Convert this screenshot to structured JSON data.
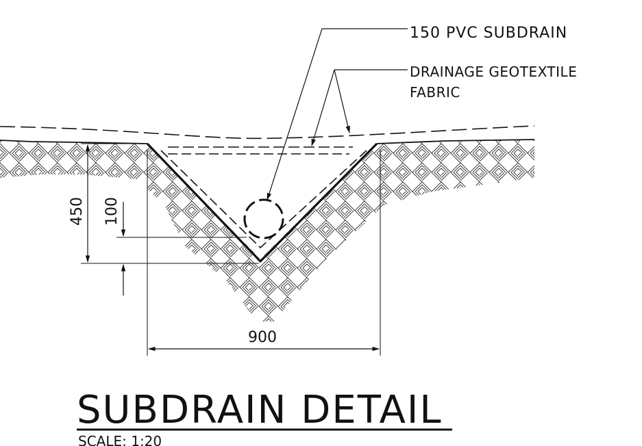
{
  "labels": {
    "subdrain": "150 PVC SUBDRAIN",
    "geotextile_line1": "DRAINAGE GEOTEXTILE",
    "geotextile_line2": "FABRIC"
  },
  "dimensions": {
    "depth": "450",
    "bedding": "100",
    "width": "900"
  },
  "title": {
    "main": "SUBDRAIN DETAIL",
    "scale": "SCALE: 1:20"
  },
  "colors": {
    "ink": "#111111",
    "hatch": "#2a2a2a",
    "paper": "#ffffff"
  }
}
